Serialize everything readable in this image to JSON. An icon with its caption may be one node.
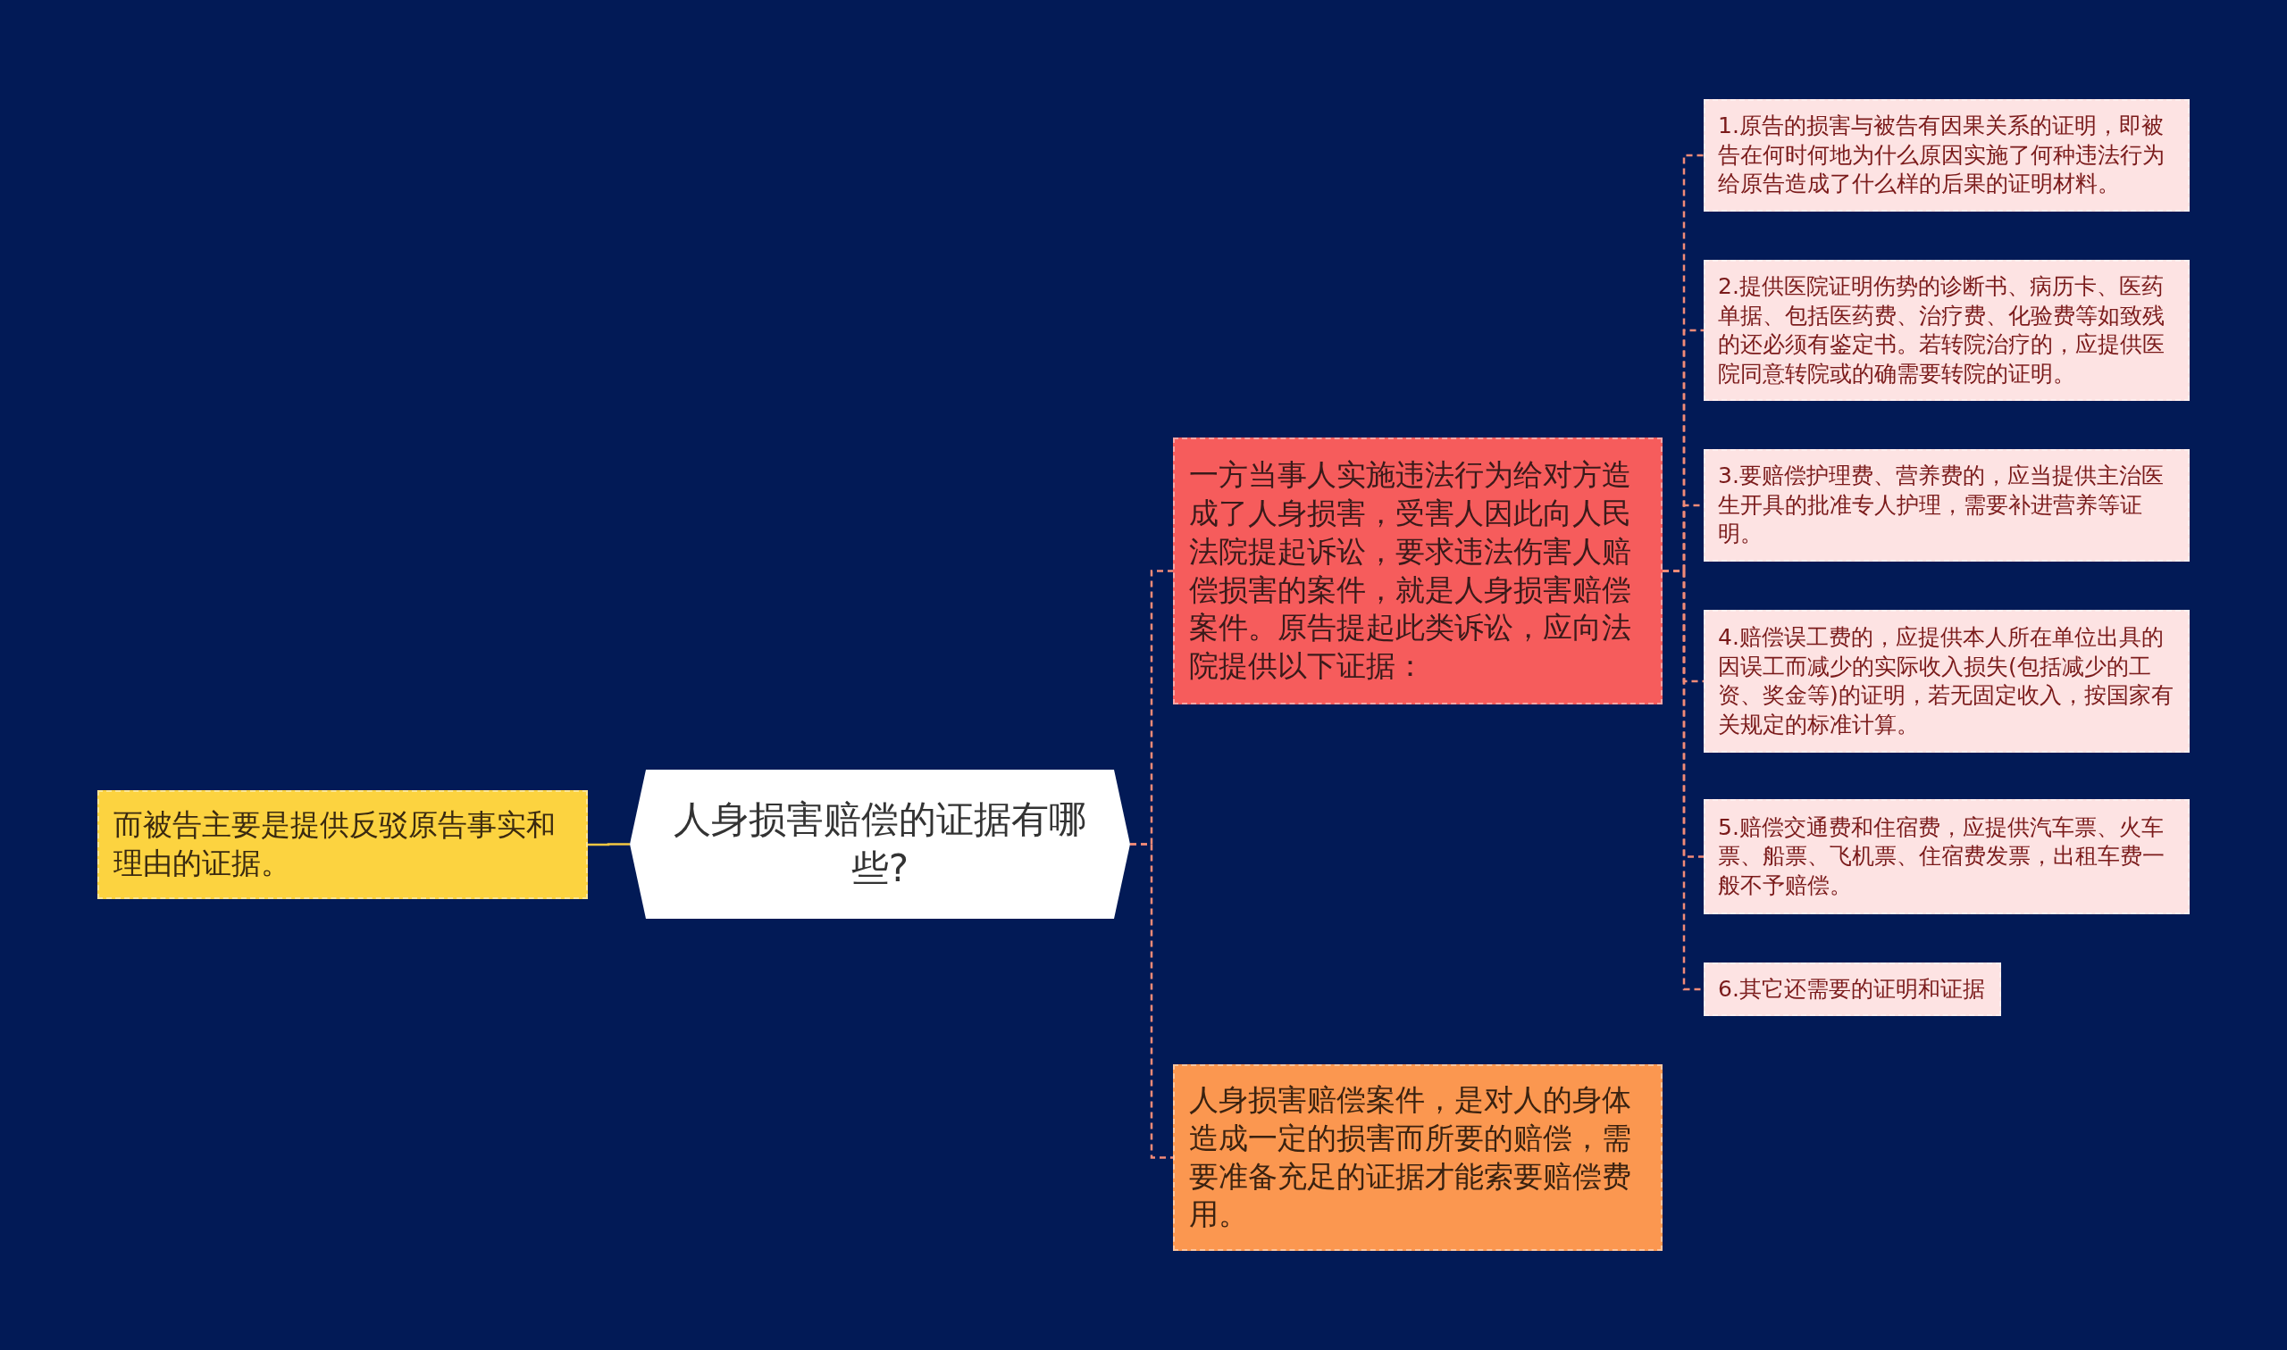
{
  "diagram": {
    "nodes": [
      {
        "text": [
          "人身损害赔偿的证据有哪些?"
        ]
      },
      {
        "text": [
          "而被告主要是提供反驳原告事实和理由的证据。"
        ]
      },
      {
        "text": [
          "一方当事人实施违法行为给对方造成了人身损害，受害人因此向人民法院提起诉讼，要求违法伤害人赔偿损害的案件，就是人身损害赔偿案件。原告提起此类诉讼，应向法院提供以下证据："
        ]
      },
      {
        "text": [
          "1.原告的损害与被告有因果关系的证明，即被告在何时何地为什么原因实施了何种违法行为给原告造成了什么样的后果的证明材料。"
        ]
      },
      {
        "text": [
          "2.提供医院证明伤势的诊断书、病历卡、医药单据、包括医药费、治疗费、化验费等如致残的还必须有鉴定书。若转院治疗的，应提供医院同意转院或的确需要转院的证明。"
        ]
      },
      {
        "text": [
          "3.要赔偿护理费、营养费的，应当提供主治医生开具的批准专人护理，需要补进营养等证明。"
        ]
      },
      {
        "text": [
          "4.赔偿误工费的，应提供本人所在单位出具的因误工而减少的实际收入损失(包括减少的工资、奖金等)的证明，若无固定收入，按国家有关规定的标准计算。"
        ]
      },
      {
        "text": [
          "5.赔偿交通费和住宿费，应提供汽车票、火车票、船票、飞机票、住宿费发票，出租车费一般不予赔偿。"
        ]
      },
      {
        "text": [
          "6.其它还需要的证明和证据"
        ]
      },
      {
        "text": [
          "人身损害赔偿案件，是对人的身体造成一定的损害而所要的赔偿，需要准备充足的证据才能索要赔偿费用。"
        ]
      }
    ],
    "edges": [
      {
        "from": 0,
        "to": 1,
        "arrow": "none",
        "color": "#f5c842"
      },
      {
        "from": 0,
        "to": 2,
        "arrow": "none",
        "style": "dashed"
      },
      {
        "from": 0,
        "to": 9,
        "arrow": "none",
        "style": "dashed"
      },
      {
        "from": 2,
        "to": 3,
        "arrow": "none",
        "style": "dashed"
      },
      {
        "from": 2,
        "to": 4,
        "arrow": "none",
        "style": "dashed"
      },
      {
        "from": 2,
        "to": 5,
        "arrow": "none",
        "style": "dashed"
      },
      {
        "from": 2,
        "to": 6,
        "arrow": "none",
        "style": "dashed"
      },
      {
        "from": 2,
        "to": 7,
        "arrow": "none",
        "style": "dashed"
      },
      {
        "from": 2,
        "to": 8,
        "arrow": "none",
        "style": "dashed"
      }
    ]
  }
}
